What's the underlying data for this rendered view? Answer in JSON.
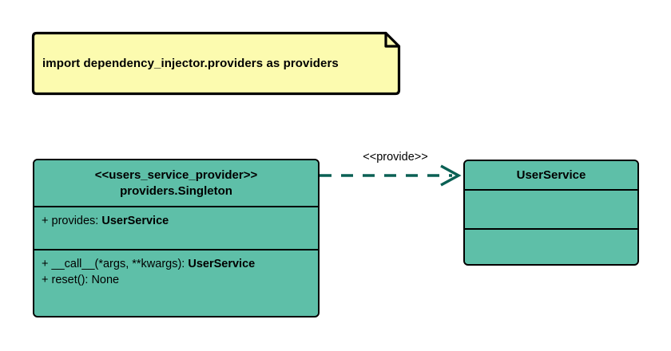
{
  "diagram": {
    "type": "uml-class-diagram",
    "background_color": "#ffffff",
    "note": {
      "text": "import dependency_injector.providers as providers",
      "fill_color": "#fcfbaf",
      "border_color": "#000000"
    },
    "classes": [
      {
        "id": "users-service-provider",
        "stereotype": "<<users_service_provider>>",
        "name": "providers.Singleton",
        "fill_color": "#5ebfa8",
        "border_color": "#000000",
        "attributes": [
          {
            "visibility": "+",
            "label": "provides:",
            "type": "UserService"
          }
        ],
        "methods": [
          {
            "visibility": "+",
            "label": "__call__(*args, **kwargs):",
            "type": "UserService"
          },
          {
            "visibility": "+",
            "label": "reset():",
            "type": "None"
          }
        ]
      },
      {
        "id": "user-service",
        "stereotype": "",
        "name": "UserService",
        "fill_color": "#5ebfa8",
        "border_color": "#000000",
        "attributes": [],
        "methods": []
      }
    ],
    "connectors": [
      {
        "id": "provide-dependency",
        "label": "<<provide>>",
        "style": "dashed",
        "arrowhead": "open",
        "color": "#0a6054",
        "from": "users-service-provider",
        "to": "user-service"
      }
    ]
  }
}
